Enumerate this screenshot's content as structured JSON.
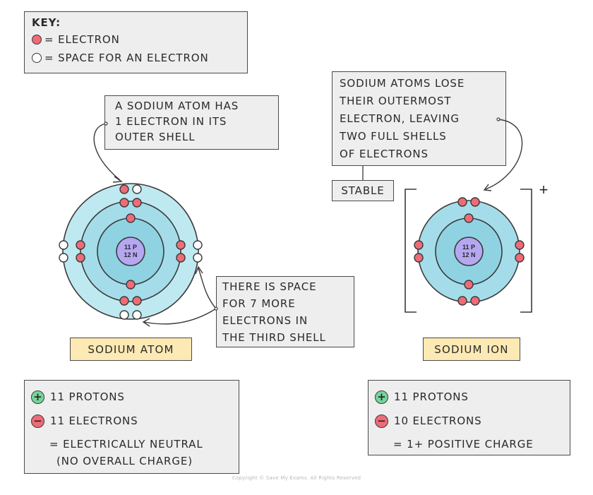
{
  "key": {
    "title": "KEY:",
    "electron": "= ELECTRON",
    "space": "= SPACE FOR AN ELECTRON"
  },
  "callouts": {
    "outer_shell": [
      "A SODIUM ATOM HAS",
      "1 ELECTRON IN ITS",
      "OUTER SHELL"
    ],
    "lose_electron": [
      "SODIUM ATOMS LOSE",
      "THEIR OUTERMOST",
      "ELECTRON, LEAVING",
      "TWO FULL SHELLS",
      "OF ELECTRONS"
    ],
    "space": [
      "THERE IS SPACE",
      "FOR 7 MORE",
      "ELECTRONS IN",
      "THE THIRD SHELL"
    ],
    "stable": "STABLE"
  },
  "atom": {
    "nucleus_protons": "11 P",
    "nucleus_neutrons": "12 N",
    "label": "SODIUM ATOM"
  },
  "ion": {
    "nucleus_protons": "11 P",
    "nucleus_neutrons": "12 N",
    "label": "SODIUM ION",
    "charge": "+"
  },
  "summary_atom": {
    "protons": "11 PROTONS",
    "electrons": "11 ELECTRONS",
    "result_line1": "= ELECTRICALLY NEUTRAL",
    "result_line2": "(NO OVERALL CHARGE)"
  },
  "summary_ion": {
    "protons": "11 PROTONS",
    "electrons": "10 ELECTRONS",
    "result": "= 1+ POSITIVE CHARGE"
  },
  "symbols": {
    "plus": "+",
    "minus": "−"
  },
  "colors": {
    "electron": "#ee6b77",
    "space": "#ffffff",
    "shell_outer": "#bfe9f1",
    "shell_middle": "#a4dde9",
    "shell_inner": "#8fd3e2",
    "nucleus": "#b6a7f1",
    "plus": "#74d69a",
    "minus": "#ee6b77",
    "box": "#eeeeee",
    "tag": "#fde9b4"
  },
  "copyright": "Copyright © Save My Exams. All Rights Reserved"
}
